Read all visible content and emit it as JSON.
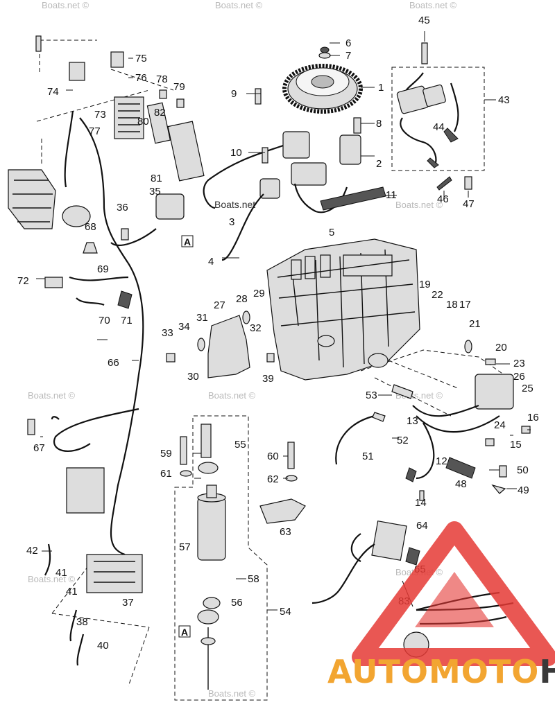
{
  "watermarks": [
    "Boats.net ©",
    "Boats.net ©",
    "Boats.net ©",
    "Boats.net ©",
    "Boats.net ©",
    "Boats.net ©",
    "Boats.net ©",
    "Boats.net ©",
    "Boats.net ©",
    "Boats.net ©"
  ],
  "center_watermark": "Boats.net",
  "box_label": "A",
  "logo": {
    "part1": "AUTO",
    "part2": "MOTO",
    "part3": "HUB",
    "brand_color": "#e53935",
    "accent_color": "#f2a531"
  },
  "callouts": [
    "1",
    "2",
    "3",
    "4",
    "5",
    "6",
    "7",
    "8",
    "9",
    "10",
    "11",
    "12",
    "13",
    "14",
    "15",
    "16",
    "17",
    "18",
    "19",
    "20",
    "21",
    "22",
    "23",
    "24",
    "25",
    "26",
    "27",
    "28",
    "29",
    "30",
    "31",
    "32",
    "33",
    "34",
    "35",
    "36",
    "37",
    "38",
    "39",
    "40",
    "41",
    "41",
    "42",
    "43",
    "44",
    "45",
    "46",
    "47",
    "48",
    "49",
    "50",
    "51",
    "52",
    "53",
    "54",
    "55",
    "56",
    "57",
    "58",
    "59",
    "60",
    "61",
    "62",
    "63",
    "64",
    "65",
    "66",
    "67",
    "68",
    "69",
    "70",
    "71",
    "72",
    "73",
    "74",
    "75",
    "76",
    "77",
    "78",
    "79",
    "80",
    "81",
    "82",
    "83"
  ]
}
